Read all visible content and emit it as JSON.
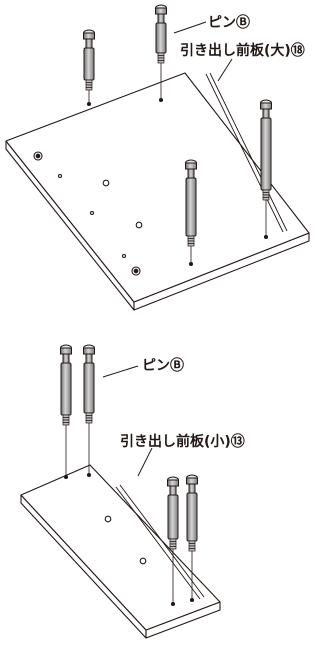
{
  "top": {
    "pin_label": "ピンⒷ",
    "board_label": "引き出し前板(大)⑱"
  },
  "bottom": {
    "pin_label": "ピンⒷ",
    "board_label": "引き出し前板(小)⑬"
  },
  "colors": {
    "line": "#231815",
    "board": "#ffffff",
    "pin_dark": "#8a8a8a",
    "pin_light": "#d0d0d0"
  }
}
